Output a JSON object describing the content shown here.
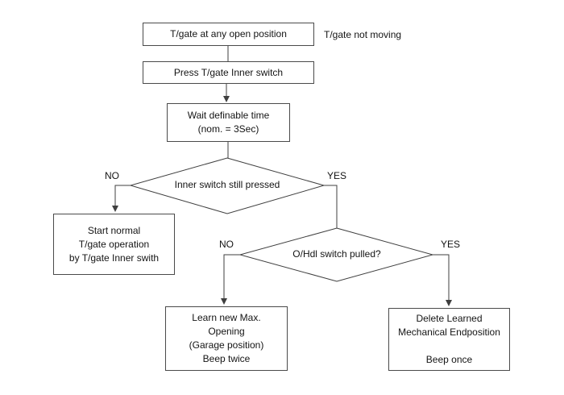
{
  "colors": {
    "background": "#ffffff",
    "line": "#3f3f3f",
    "box_border": "#4a4a4a",
    "box_fill": "#ffffff",
    "text": "#141414"
  },
  "nodes": {
    "start": {
      "label": "T/gate at any open position"
    },
    "status_note": {
      "label": "T/gate not moving"
    },
    "press_switch": {
      "label": "Press T/gate Inner switch"
    },
    "wait": {
      "lines": [
        "Wait definable time",
        "(nom. = 3Sec)"
      ]
    },
    "decision_inner_switch": {
      "label": "Inner switch still pressed",
      "no_label": "NO",
      "yes_label": "YES"
    },
    "start_normal": {
      "lines": [
        "Start normal",
        "T/gate operation",
        "by T/gate Inner swith"
      ]
    },
    "decision_ohdl": {
      "label": "O/Hdl switch pulled?",
      "no_label": "NO",
      "yes_label": "YES"
    },
    "learn_max": {
      "lines": [
        "Learn new Max.",
        "Opening",
        "(Garage position)",
        "Beep twice"
      ]
    },
    "delete_endposition": {
      "lines": [
        "Delete Learned",
        "Mechanical Endposition",
        "",
        "Beep once"
      ]
    }
  }
}
